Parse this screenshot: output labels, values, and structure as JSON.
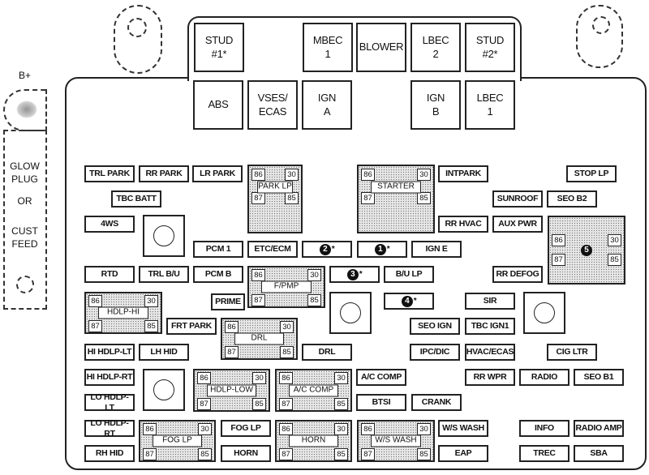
{
  "left_panel": {
    "bplus": "B+",
    "glow_plug": "GLOW\nPLUG",
    "or": "OR",
    "cust_feed": "CUST\nFEED"
  },
  "big_fuses": [
    {
      "label": "STUD\n#1*"
    },
    {
      "label": "MBEC\n1"
    },
    {
      "label": "BLOWER"
    },
    {
      "label": "LBEC\n2"
    },
    {
      "label": "STUD\n#2*"
    },
    {
      "label": "ABS"
    },
    {
      "label": "VSES/\nECAS"
    },
    {
      "label": "IGN\nA"
    },
    {
      "label": "IGN\nB"
    },
    {
      "label": "LBEC\n1"
    }
  ],
  "fuses": [
    {
      "label": "TRL PARK"
    },
    {
      "label": "RR PARK"
    },
    {
      "label": "LR PARK"
    },
    {
      "label": "INTPARK"
    },
    {
      "label": "STOP LP"
    },
    {
      "label": "TBC BATT"
    },
    {
      "label": "SUNROOF"
    },
    {
      "label": "SEO B2"
    },
    {
      "label": "4WS"
    },
    {
      "label": "RR HVAC"
    },
    {
      "label": "AUX PWR"
    },
    {
      "label": "PCM 1"
    },
    {
      "label": "ETC/ECM"
    },
    {
      "label": "",
      "badge": "2",
      "mark": "*"
    },
    {
      "label": "",
      "badge": "1",
      "mark": "*"
    },
    {
      "label": "IGN E"
    },
    {
      "label": "RTD"
    },
    {
      "label": "TRL B/U"
    },
    {
      "label": "PCM B"
    },
    {
      "label": "",
      "badge": "3",
      "mark": "*"
    },
    {
      "label": "B/U LP"
    },
    {
      "label": "RR DEFOG"
    },
    {
      "label": "PRIME"
    },
    {
      "label": "",
      "badge": "4",
      "mark": "*"
    },
    {
      "label": "SIR"
    },
    {
      "label": "FRT PARK"
    },
    {
      "label": "SEO IGN"
    },
    {
      "label": "TBC IGN1"
    },
    {
      "label": "HI HDLP-LT"
    },
    {
      "label": "LH HID"
    },
    {
      "label": "DRL"
    },
    {
      "label": "IPC/DIC"
    },
    {
      "label": "HVAC/ECAS"
    },
    {
      "label": "CIG LTR"
    },
    {
      "label": "HI HDLP-RT"
    },
    {
      "label": "A/C COMP"
    },
    {
      "label": "RR WPR"
    },
    {
      "label": "RADIO"
    },
    {
      "label": "SEO B1"
    },
    {
      "label": "LO HDLP-LT"
    },
    {
      "label": "BTSI"
    },
    {
      "label": "CRANK"
    },
    {
      "label": "LO HDLP-RT"
    },
    {
      "label": "FOG LP"
    },
    {
      "label": "W/S WASH"
    },
    {
      "label": "INFO"
    },
    {
      "label": "RADIO AMP"
    },
    {
      "label": "RH HID"
    },
    {
      "label": "HORN"
    },
    {
      "label": "EAP"
    },
    {
      "label": "TREC"
    },
    {
      "label": "SBA"
    }
  ],
  "relays": [
    {
      "label": "PARK LP",
      "pins": [
        "86",
        "30",
        "87",
        "85"
      ]
    },
    {
      "label": "STARTER",
      "pins": [
        "86",
        "30",
        "87",
        "85"
      ]
    },
    {
      "label": "",
      "badge": "5",
      "pins": [
        "86",
        "30",
        "87",
        "85"
      ]
    },
    {
      "label": "F/PMP",
      "pins": [
        "86",
        "30",
        "87",
        "85"
      ]
    },
    {
      "label": "HDLP-HI",
      "pins": [
        "86",
        "30",
        "87",
        "85"
      ]
    },
    {
      "label": "DRL",
      "pins": [
        "86",
        "30",
        "87",
        "85"
      ]
    },
    {
      "label": "HDLP-LOW",
      "pins": [
        "86",
        "30",
        "87",
        "85"
      ]
    },
    {
      "label": "A/C COMP",
      "pins": [
        "86",
        "30",
        "87",
        "85"
      ]
    },
    {
      "label": "FOG LP",
      "pins": [
        "86",
        "30",
        "87",
        "85"
      ]
    },
    {
      "label": "HORN",
      "pins": [
        "86",
        "30",
        "87",
        "85"
      ]
    },
    {
      "label": "W/S WASH",
      "pins": [
        "86",
        "30",
        "87",
        "85"
      ]
    }
  ]
}
